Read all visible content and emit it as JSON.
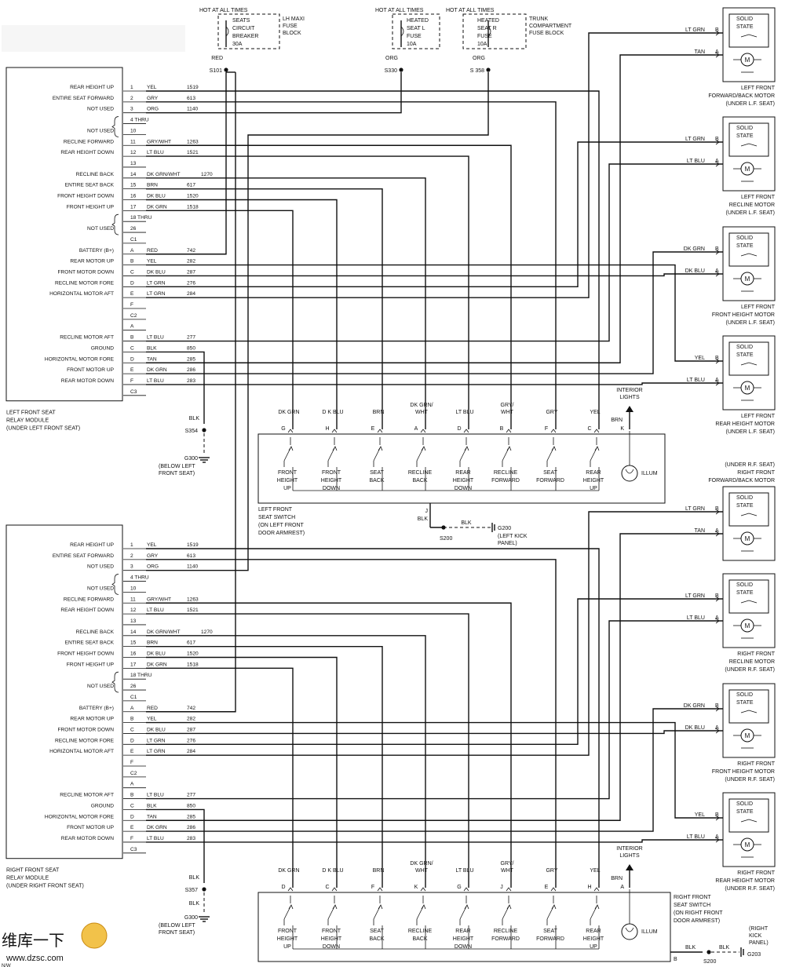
{
  "fuses": [
    {
      "hot": "HOT AT ALL TIMES",
      "lines": [
        "SEATS",
        "CIRCUIT",
        "BREAKER",
        "30A"
      ],
      "block": [
        "LH MAXI",
        "FUSE",
        "BLOCK"
      ],
      "wire": "RED",
      "splice": "S101"
    },
    {
      "hot": "HOT AT ALL TIMES",
      "lines": [
        "HEATED",
        "SEAT L",
        "FUSE",
        "10A"
      ],
      "block": [],
      "wire": "ORG",
      "splice": "S330"
    },
    {
      "hot": "HOT AT ALL TIMES",
      "lines": [
        "HEATED",
        "SEAT R",
        "FUSE",
        "10A"
      ],
      "block": [
        "TRUNK",
        "COMPARTMENT",
        "FUSE BLOCK"
      ],
      "wire": "ORG",
      "splice": "S 358"
    }
  ],
  "module_rows": [
    {
      "label": "REAR HEIGHT UP",
      "pin": "1",
      "color": "YEL",
      "circuit": "1519"
    },
    {
      "label": "ENTIRE SEAT FORWARD",
      "pin": "2",
      "color": "GRY",
      "circuit": "613"
    },
    {
      "label": "NOT USED",
      "pin": "3",
      "color": "ORG",
      "circuit": "1140"
    },
    {
      "label": "",
      "pin": "4 THRU",
      "color": "",
      "circuit": ""
    },
    {
      "label": "NOT USED",
      "pin": "10",
      "color": "",
      "circuit": ""
    },
    {
      "label": "RECLINE FORWARD",
      "pin": "11",
      "color": "GRY/WHT",
      "circuit": "1263"
    },
    {
      "label": "REAR HEIGHT DOWN",
      "pin": "12",
      "color": "LT BLU",
      "circuit": "1521"
    },
    {
      "label": "",
      "pin": "13",
      "color": "",
      "circuit": ""
    },
    {
      "label": "RECLINE BACK",
      "pin": "14",
      "color": "DK GRN/WHT",
      "circuit": "1270"
    },
    {
      "label": "ENTIRE SEAT BACK",
      "pin": "15",
      "color": "BRN",
      "circuit": "617"
    },
    {
      "label": "FRONT HEIGHT DOWN",
      "pin": "16",
      "color": "DK BLU",
      "circuit": "1520"
    },
    {
      "label": "FRONT HEIGHT UP",
      "pin": "17",
      "color": "DK GRN",
      "circuit": "1518"
    },
    {
      "label": "",
      "pin": "18 THRU",
      "color": "",
      "circuit": ""
    },
    {
      "label": "NOT USED",
      "pin": "26",
      "color": "",
      "circuit": ""
    },
    {
      "label": "",
      "pin": "C1",
      "color": "",
      "circuit": ""
    },
    {
      "label": "BATTERY (B+)",
      "pin": "A",
      "color": "RED",
      "circuit": "742"
    },
    {
      "label": "REAR MOTOR UP",
      "pin": "B",
      "color": "YEL",
      "circuit": "282"
    },
    {
      "label": "FRONT MOTOR DOWN",
      "pin": "C",
      "color": "DK BLU",
      "circuit": "287"
    },
    {
      "label": "RECLINE MOTOR FORE",
      "pin": "D",
      "color": "LT GRN",
      "circuit": "276"
    },
    {
      "label": "HORIZONTAL MOTOR AFT",
      "pin": "E",
      "color": "LT GRN",
      "circuit": "284"
    },
    {
      "label": "",
      "pin": "F",
      "color": "",
      "circuit": ""
    },
    {
      "label": "",
      "pin": "C2",
      "color": "",
      "circuit": ""
    },
    {
      "label": "",
      "pin": "A",
      "color": "",
      "circuit": ""
    },
    {
      "label": "RECLINE MOTOR AFT",
      "pin": "B",
      "color": "LT BLU",
      "circuit": "277"
    },
    {
      "label": "GROUND",
      "pin": "C",
      "color": "BLK",
      "circuit": "850"
    },
    {
      "label": "HORIZONTAL MOTOR FORE",
      "pin": "D",
      "color": "TAN",
      "circuit": "285"
    },
    {
      "label": "FRONT MOTOR UP",
      "pin": "E",
      "color": "DK GRN",
      "circuit": "286"
    },
    {
      "label": "REAR MOTOR DOWN",
      "pin": "F",
      "color": "LT BLU",
      "circuit": "283"
    },
    {
      "label": "",
      "pin": "C3",
      "color": "",
      "circuit": ""
    }
  ],
  "modules": [
    {
      "title": [
        "LEFT FRONT SEAT",
        "RELAY MODULE",
        "(UNDER LEFT FRONT SEAT)"
      ],
      "ground_wire": "BLK",
      "splice": "S354",
      "ground": "G300",
      "ground_note": [
        "(BELOW LEFT",
        "FRONT SEAT)"
      ]
    },
    {
      "title": [
        "RIGHT FRONT SEAT",
        "RELAY MODULE",
        "(UNDER RIGHT FRONT SEAT)"
      ],
      "ground_wire": "BLK",
      "splice": "S357",
      "ground_wire_2": "BLK",
      "ground": "G300",
      "ground_note": [
        "(BELOW LEFT",
        "FRONT SEAT)"
      ]
    }
  ],
  "switches": [
    {
      "title": [
        "LEFT FRONT",
        "SEAT SWITCH",
        "(ON LEFT FRONT",
        "DOOR ARMREST)"
      ],
      "wires": [
        "DK GRN",
        "D K BLU",
        "BRN",
        "DK GRN/ WHT",
        "LT BLU",
        "GRY/ WHT",
        "GRY",
        "YEL"
      ],
      "pins": [
        "G",
        "H",
        "E",
        "A",
        "D",
        "B",
        "F",
        "C"
      ],
      "labels": [
        [
          "FRONT",
          "HEIGHT",
          "UP"
        ],
        [
          "FRONT",
          "HEIGHT",
          "DOWN"
        ],
        [
          "SEAT",
          "BACK"
        ],
        [
          "RECLINE",
          "BACK"
        ],
        [
          "REAR",
          "HEIGHT",
          "DOWN"
        ],
        [
          "RECLINE",
          "FORWARD"
        ],
        [
          "SEAT",
          "FORWARD"
        ],
        [
          "REAR",
          "HEIGHT",
          "UP"
        ]
      ],
      "illum": "ILLUM",
      "lights": [
        "INTERIOR",
        "LIGHTS"
      ],
      "lights_wire": "BRN",
      "lights_pin": "K",
      "ground_pin": "J",
      "ground_wire": "BLK",
      "ground_wire_2": "BLK",
      "ground_splice": "S200",
      "ground": "G200",
      "ground_note": [
        "(LEFT KICK",
        "PANEL)"
      ]
    },
    {
      "title": [
        "RIGHT FRONT",
        "SEAT SWITCH",
        "(ON RIGHT FRONT",
        "DOOR ARMREST)"
      ],
      "wires": [
        "DK GRN",
        "D K BLU",
        "BRN",
        "DK GRN/ WHT",
        "LT BLU",
        "GRY/ WHT",
        "GRY",
        "YEL"
      ],
      "pins": [
        "D",
        "C",
        "F",
        "K",
        "G",
        "J",
        "E",
        "H"
      ],
      "labels": [
        [
          "FRONT",
          "HEIGHT",
          "UP"
        ],
        [
          "FRONT",
          "HEIGHT",
          "DOWN"
        ],
        [
          "SEAT",
          "BACK"
        ],
        [
          "RECLINE",
          "BACK"
        ],
        [
          "REAR",
          "HEIGHT",
          "DOWN"
        ],
        [
          "RECLINE",
          "FORWARD"
        ],
        [
          "SEAT",
          "FORWARD"
        ],
        [
          "REAR",
          "HEIGHT",
          "UP"
        ]
      ],
      "illum": "ILLUM",
      "lights": [
        "INTERIOR",
        "LIGHTS"
      ],
      "lights_wire": "BRN",
      "lights_pin": "A",
      "ground_pin": "B",
      "ground_wire": "BLK",
      "ground_wire_2": "BLK",
      "ground_splice": "S200",
      "ground": "G203",
      "ground_note": [
        "(RIGHT",
        "KICK",
        "PANEL)"
      ]
    }
  ],
  "motors": [
    {
      "w1": "LT GRN",
      "p1": "B",
      "w2": "TAN",
      "p2": "A",
      "state": [
        "SOLID",
        "STATE"
      ],
      "label": [
        "LEFT FRONT",
        "FORWARD/BACK MOTOR",
        "(UNDER L.F. SEAT)"
      ]
    },
    {
      "w1": "LT GRN",
      "p1": "B",
      "w2": "LT BLU",
      "p2": "A",
      "state": [
        "SOLID",
        "STATE"
      ],
      "label": [
        "LEFT FRONT",
        "RECLINE MOTOR",
        "(UNDER L.F. SEAT)"
      ]
    },
    {
      "w1": "DK GRN",
      "p1": "B",
      "w2": "DK BLU",
      "p2": "A",
      "state": [
        "SOLID",
        "STATE"
      ],
      "label": [
        "LEFT FRONT",
        "FRONT HEIGHT MOTOR",
        "(UNDER L.F. SEAT)"
      ]
    },
    {
      "w1": "YEL",
      "p1": "B",
      "w2": "LT BLU",
      "p2": "A",
      "state": [
        "SOLID",
        "STATE"
      ],
      "label": [
        "LEFT FRONT",
        "REAR HEIGHT MOTOR",
        "(UNDER L.F. SEAT)"
      ]
    },
    {
      "w1": "LT GRN",
      "p1": "B",
      "w2": "TAN",
      "p2": "A",
      "state": [
        "SOLID",
        "STATE"
      ],
      "label": [
        "(UNDER R.F. SEAT)",
        "RIGHT FRONT",
        "FORWARD/BACK MOTOR"
      ]
    },
    {
      "w1": "LT GRN",
      "p1": "B",
      "w2": "LT BLU",
      "p2": "A",
      "state": [
        "SOLID",
        "STATE"
      ],
      "label": [
        "RIGHT FRONT",
        "RECLINE MOTOR",
        "(UNDER R.F. SEAT)"
      ]
    },
    {
      "w1": "DK GRN",
      "p1": "B",
      "w2": "DK BLU",
      "p2": "A",
      "state": [
        "SOLID",
        "STATE"
      ],
      "label": [
        "RIGHT FRONT",
        "FRONT HEIGHT MOTOR",
        "(UNDER R.F. SEAT)"
      ]
    },
    {
      "w1": "YEL",
      "p1": "B",
      "w2": "LT BLU",
      "p2": "A",
      "state": [
        "SOLID",
        "STATE"
      ],
      "label": [
        "RIGHT FRONT",
        "REAR HEIGHT MOTOR",
        "(UNDER R.F. SEAT)"
      ]
    }
  ],
  "footer": {
    "watermark": "维库一下",
    "site": "www.dzsc.com",
    "corner": "N/W"
  }
}
